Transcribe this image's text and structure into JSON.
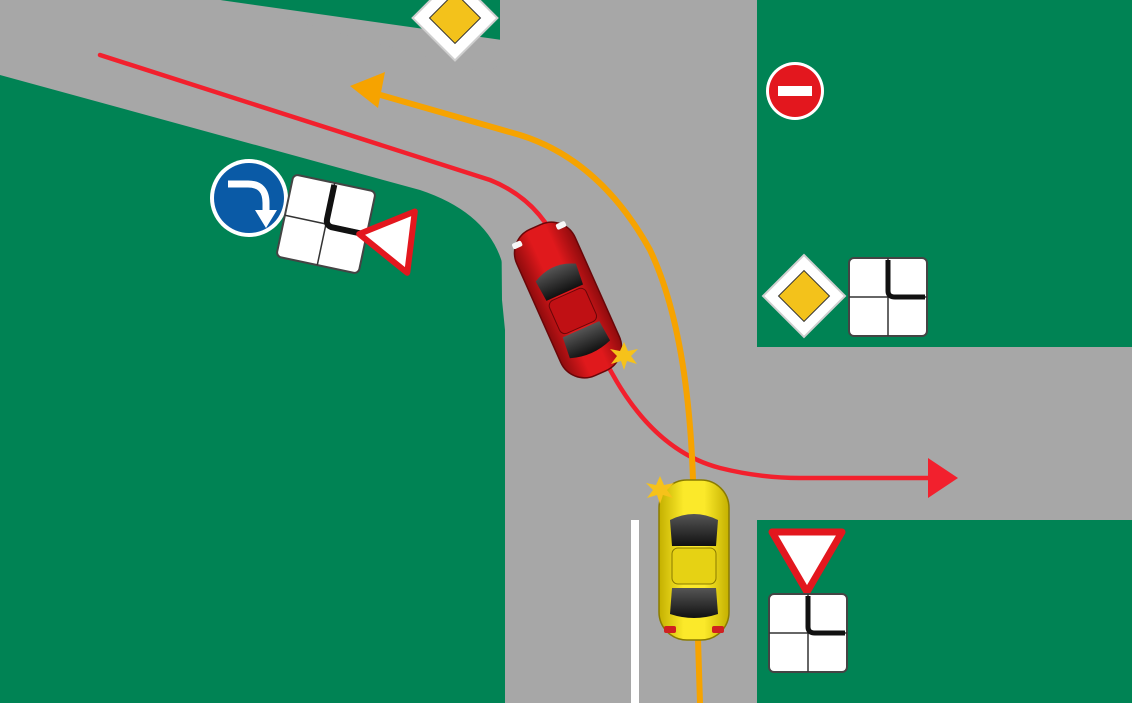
{
  "scene": {
    "type": "traffic-intersection-diagram",
    "colors": {
      "grass": "#008354",
      "road": "#a7a7a7",
      "red_path": "#f2202d",
      "orange_path": "#f6a300",
      "red_car": "#d51316",
      "yellow_car": "#f3e01a",
      "sign_blue": "#0a5aa6",
      "sign_red": "#e3171e",
      "priority_yellow": "#f3c21b",
      "collision_star": "#f6c21a"
    }
  },
  "vehicles": [
    {
      "id": "red-car",
      "color": "red",
      "maneuver": "left-turn-then-right"
    },
    {
      "id": "yellow-car",
      "color": "yellow",
      "maneuver": "straight-then-left"
    }
  ],
  "signs": [
    {
      "id": "keep-right-turn-sign",
      "icon": "curved-arrow-right-down"
    },
    {
      "id": "main-road-direction-plate-west",
      "icon": "main-road-direction"
    },
    {
      "id": "give-way-sign-west",
      "icon": "yield-triangle"
    },
    {
      "id": "priority-road-sign-north",
      "icon": "priority-diamond"
    },
    {
      "id": "no-entry-sign",
      "icon": "no-entry"
    },
    {
      "id": "priority-road-sign-east",
      "icon": "priority-diamond"
    },
    {
      "id": "main-road-direction-plate-east",
      "icon": "main-road-direction"
    },
    {
      "id": "give-way-sign-south",
      "icon": "yield-triangle"
    },
    {
      "id": "main-road-direction-plate-south",
      "icon": "main-road-direction"
    }
  ]
}
